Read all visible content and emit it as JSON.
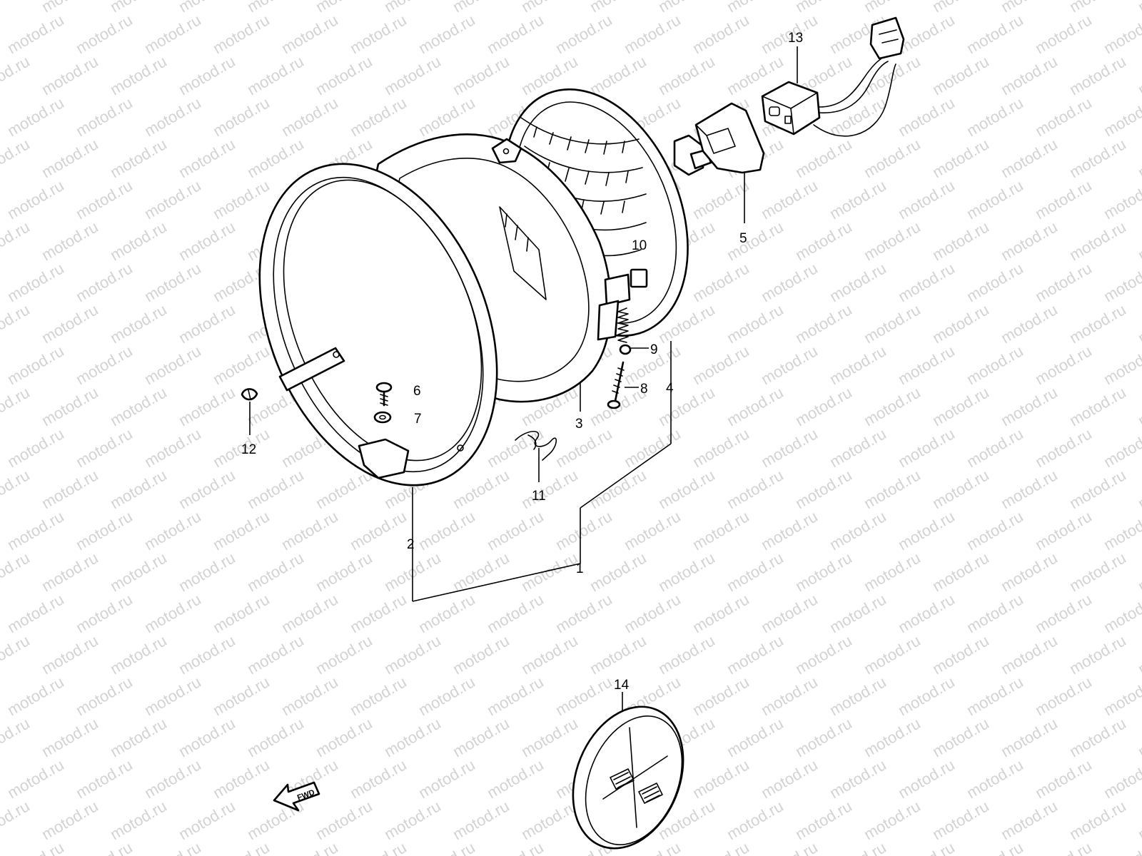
{
  "watermark": {
    "text": "motod.ru",
    "color": "#d3d3d3"
  },
  "direction_arrow": {
    "label": "FWD",
    "icon": "fwd-arrow-icon"
  },
  "callouts": [
    {
      "id": "1",
      "label": "1"
    },
    {
      "id": "2",
      "label": "2"
    },
    {
      "id": "3",
      "label": "3"
    },
    {
      "id": "4",
      "label": "4"
    },
    {
      "id": "5",
      "label": "5"
    },
    {
      "id": "6",
      "label": "6"
    },
    {
      "id": "7",
      "label": "7"
    },
    {
      "id": "8",
      "label": "8"
    },
    {
      "id": "9",
      "label": "9"
    },
    {
      "id": "10",
      "label": "10"
    },
    {
      "id": "11",
      "label": "11"
    },
    {
      "id": "12",
      "label": "12"
    },
    {
      "id": "13",
      "label": "13"
    },
    {
      "id": "14",
      "label": "14"
    }
  ]
}
